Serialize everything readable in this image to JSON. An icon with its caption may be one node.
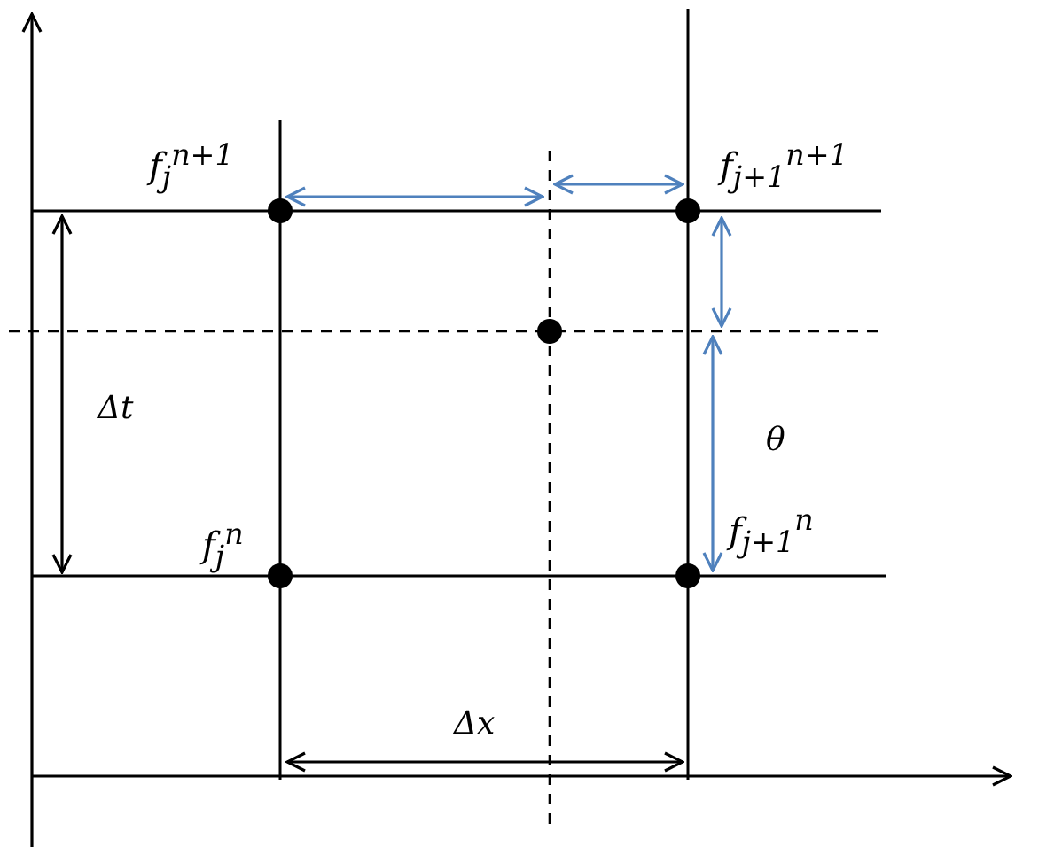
{
  "diagram": {
    "nodes": [
      {
        "text": [],
        "shape": "circle",
        "beside": [
          "f$_{j}$$^{n+1}$"
        ]
      },
      {
        "text": [],
        "shape": "circle",
        "beside": [
          "f$_{j+1}$$^{n+1}$"
        ]
      },
      {
        "text": [],
        "shape": "circle"
      },
      {
        "text": [],
        "shape": "circle",
        "beside": [
          "f$_{j}$$^{n}$"
        ]
      },
      {
        "text": [],
        "shape": "circle",
        "beside": [
          "f$_{j+1}$$^{n}$"
        ]
      }
    ],
    "edges": [],
    "labels": [
      "Δt",
      "θ",
      "Δx"
    ]
  }
}
